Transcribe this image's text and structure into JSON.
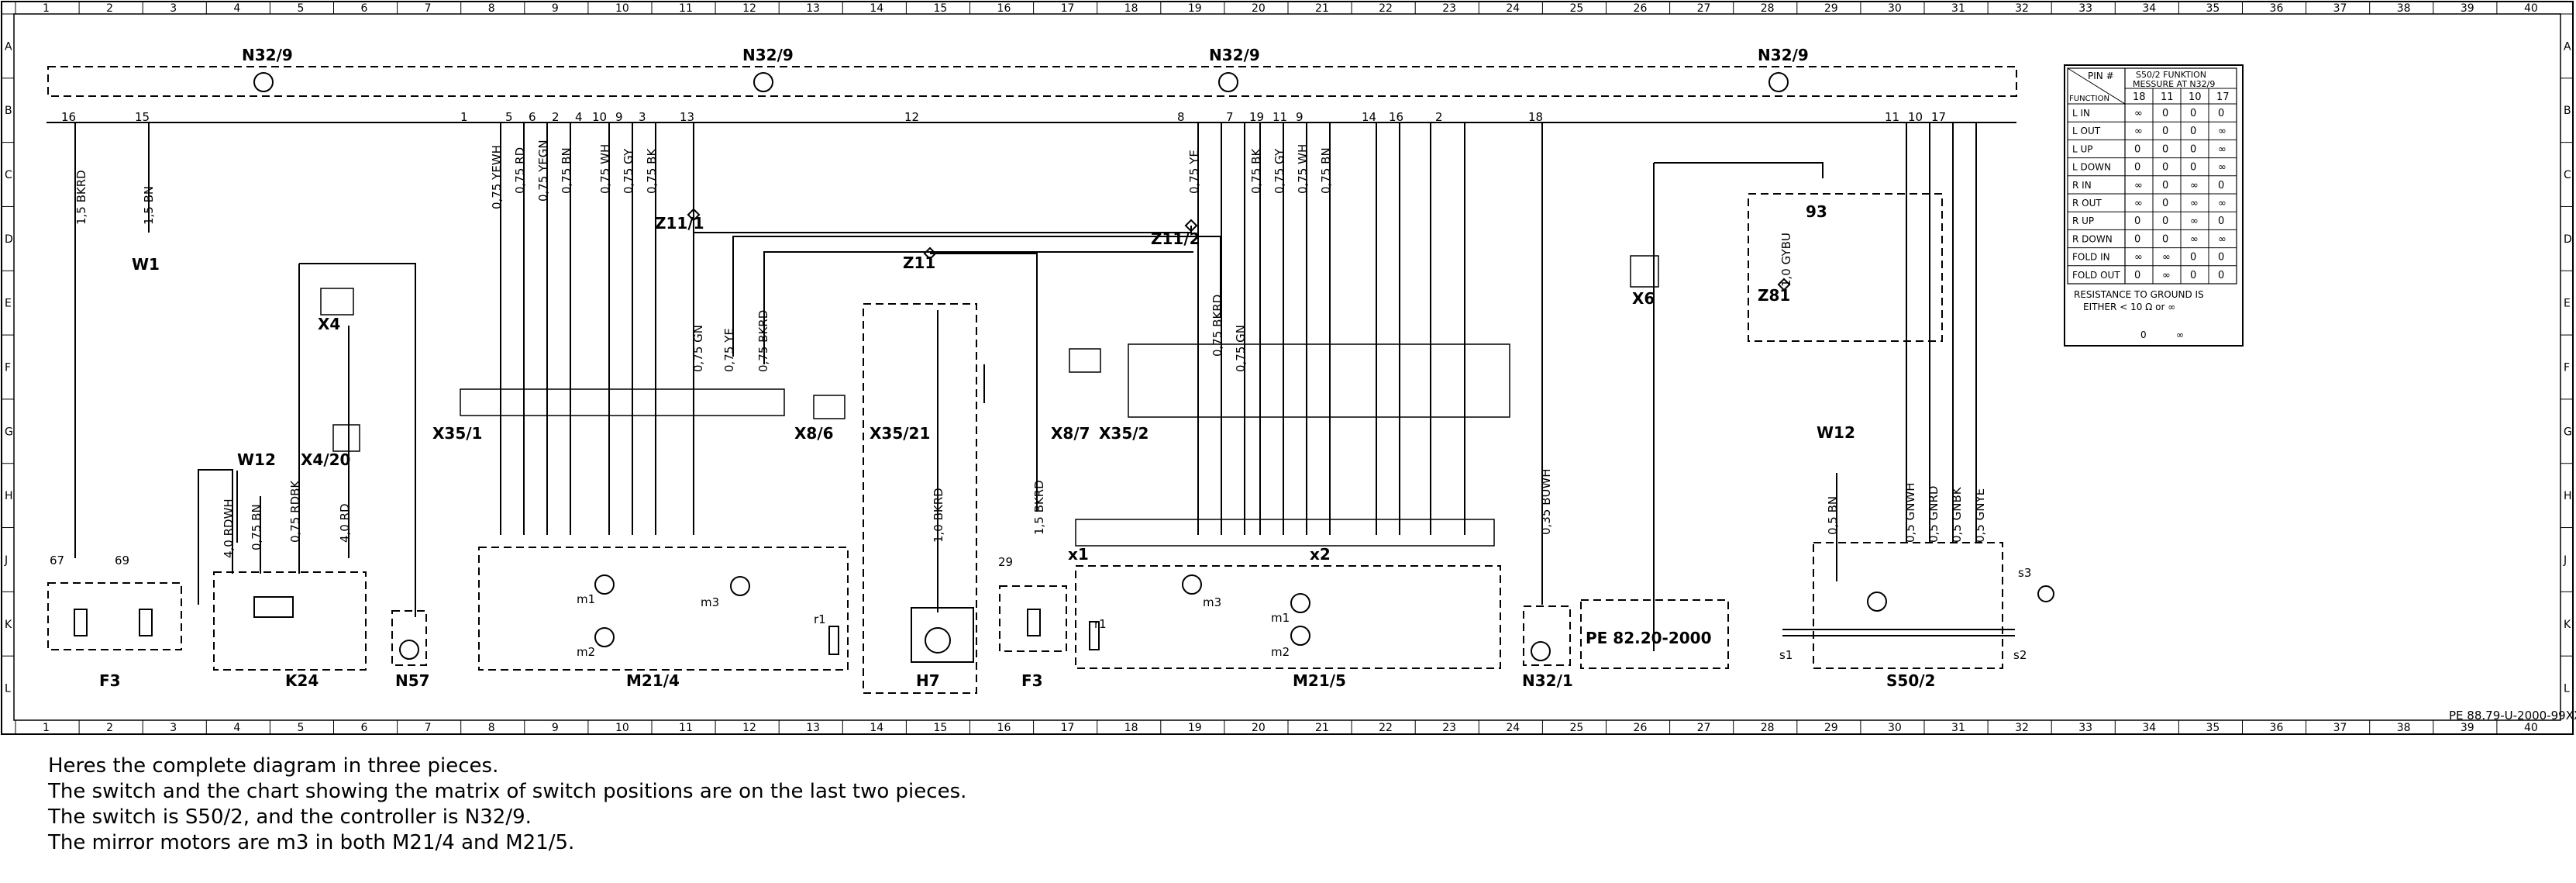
{
  "columns": [
    "1",
    "2",
    "3",
    "4",
    "5",
    "6",
    "7",
    "8",
    "9",
    "10",
    "11",
    "12",
    "13",
    "14",
    "15",
    "16",
    "17",
    "18",
    "19",
    "20",
    "21",
    "22",
    "23",
    "24",
    "25",
    "26",
    "27",
    "28",
    "29",
    "30",
    "31",
    "32",
    "33",
    "34",
    "35",
    "36",
    "37",
    "38",
    "39",
    "40"
  ],
  "rows": [
    "A",
    "B",
    "C",
    "D",
    "E",
    "F",
    "G",
    "H",
    "J",
    "K",
    "L"
  ],
  "drawing_number": "PE 88.79-U-2000-99XX",
  "controllers": {
    "left_1": "N32/9",
    "left_2": "N32/9",
    "right_1": "N32/9",
    "right_2": "N32/9"
  },
  "top_pins": [
    "16",
    "15",
    "1",
    "5",
    "6",
    "2",
    "4",
    "10",
    "9",
    "3",
    "13",
    "12",
    "8",
    "7",
    "19",
    "11",
    "9",
    "14",
    "16",
    "2",
    "18",
    "11",
    "10",
    "17"
  ],
  "wire_labels": {
    "w1": "1,5 BKRD",
    "w2": "1,5 BN",
    "w3": "0,75 YEWH",
    "w4": "0,75 RD",
    "w5": "0,75 YEGN",
    "w6": "0,75 BN",
    "w7": "0,75 WH",
    "w8": "0,75 GY",
    "w9": "0,75 BK",
    "w10": "0,75 GN",
    "w11": "0,75 YE",
    "w12": "0,75 BKRD",
    "w13": "0,75 YE",
    "w14": "0,75 BK",
    "w15": "0,75 GY",
    "w16": "0,75 WH",
    "w17": "0,75 BN",
    "w18": "0,75 BKRD",
    "w19": "0,75 GN",
    "w20": "1,0 GYBU",
    "w21": "0,35 BUWH",
    "w22": "0,5 GNWH",
    "w23": "0,5 GNRD",
    "w24": "0,5 GNBK",
    "w25": "0,5 GNYE",
    "w26": "0,5 BN",
    "w27": "4,0 RDWH",
    "w28": "0,75 RDBK",
    "w29": "4,0 RD",
    "w30": "0,75 BN",
    "w31": "1,0 BKRD",
    "w32": "1,5 BKRD"
  },
  "splices": {
    "z1": "Z11/1",
    "z2": "Z11",
    "z3": "Z11/2",
    "z4": "Z81"
  },
  "connectors": {
    "x1": "X35/1",
    "x2": "X8/6",
    "x3": "X35/21",
    "x4": "X8/7",
    "x5": "X35/2",
    "x6": "X4",
    "x7": "X4/20",
    "x8": "X6",
    "x9": "93",
    "x10": "W1",
    "x11": "W12",
    "x12": "W12",
    "x13": "x1",
    "x14": "x2"
  },
  "components": {
    "c1": "F3",
    "c2": "K24",
    "c3": "N57",
    "c4": "M21/4",
    "c5": "H7",
    "c6": "F3",
    "c7": "M21/5",
    "c8": "N32/1",
    "c9": "S50/2"
  },
  "motor_labels": {
    "m1a": "m1",
    "m2a": "m2",
    "m3a": "m3",
    "r1a": "r1",
    "m1b": "m1",
    "m2b": "m2",
    "m3b": "m3",
    "r1b": "r1"
  },
  "fuse_labels": {
    "f1": "67",
    "f2": "69",
    "f3": "29"
  },
  "switch_labels": {
    "s1": "s1",
    "s2": "s2",
    "s3": "s3"
  },
  "reference_box": "PE 82.20-2000",
  "switch_table": {
    "corner": "PIN #",
    "function_label": "FUNCTION",
    "measure_title": "S50/2 FUNKTION MESSURE AT N32/9",
    "pins": [
      "18",
      "11",
      "10",
      "17"
    ],
    "rows": [
      {
        "function": "L IN",
        "values": [
          "∞",
          "0",
          "0",
          "0"
        ]
      },
      {
        "function": "L OUT",
        "values": [
          "∞",
          "0",
          "0",
          "∞"
        ]
      },
      {
        "function": "L UP",
        "values": [
          "0",
          "0",
          "0",
          "∞"
        ]
      },
      {
        "function": "L DOWN",
        "values": [
          "0",
          "0",
          "0",
          "∞"
        ]
      },
      {
        "function": "R IN",
        "values": [
          "∞",
          "0",
          "∞",
          "0"
        ]
      },
      {
        "function": "R OUT",
        "values": [
          "∞",
          "0",
          "∞",
          "∞"
        ]
      },
      {
        "function": "R UP",
        "values": [
          "0",
          "0",
          "∞",
          "0"
        ]
      },
      {
        "function": "R DOWN",
        "values": [
          "0",
          "0",
          "∞",
          "∞"
        ]
      },
      {
        "function": "FOLD IN",
        "values": [
          "∞",
          "∞",
          "0",
          "0"
        ]
      },
      {
        "function": "FOLD OUT",
        "values": [
          "0",
          "∞",
          "0",
          "0"
        ]
      }
    ],
    "note_1": "RESISTANCE TO GROUND IS",
    "note_2": "EITHER < 10 Ω or ∞",
    "note_3": "0",
    "note_4": "∞"
  },
  "notes": [
    "Heres the complete diagram in three pieces.",
    "The switch and the chart showing the matrix of switch positions are on the last two pieces.",
    "The switch is S50/2, and the controller is N32/9.",
    "The mirror motors are m3 in both M21/4 and M21/5."
  ]
}
